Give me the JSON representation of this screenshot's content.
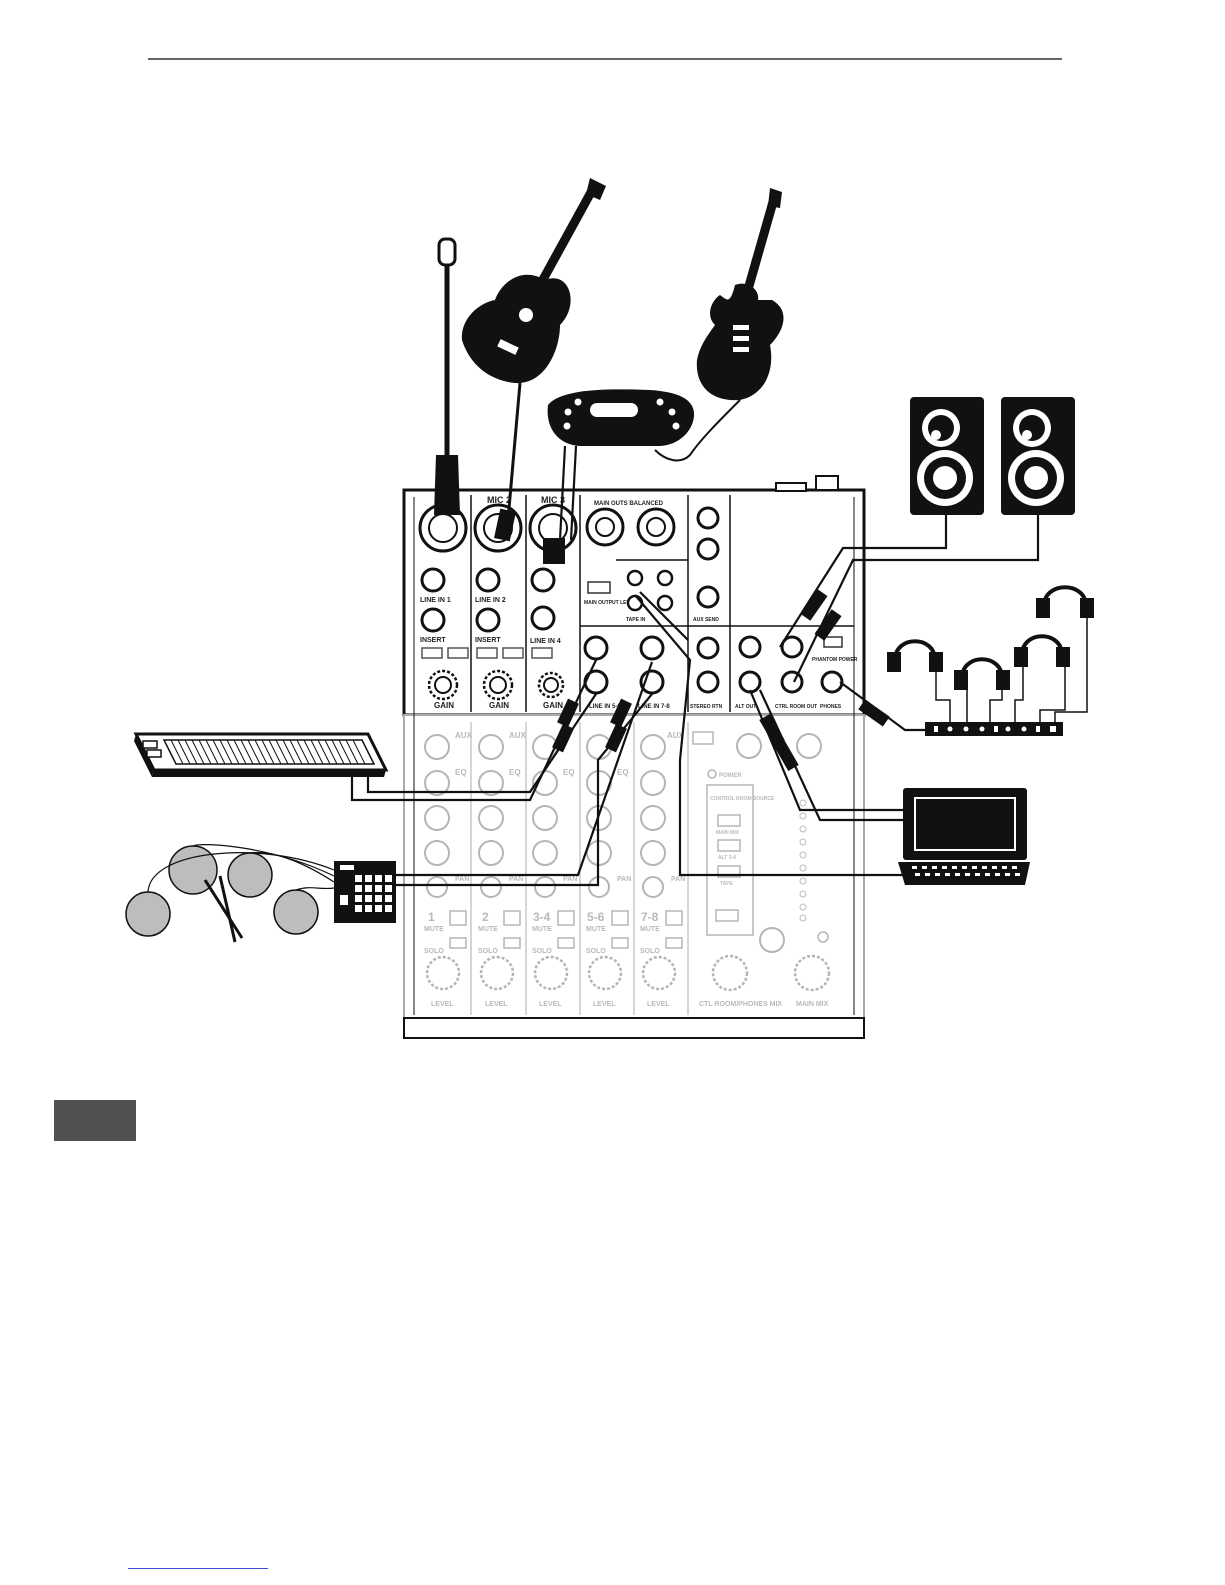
{
  "mixer": {
    "top_inputs": {
      "ch1": {
        "name": "",
        "line_in": "LINE IN 1",
        "insert": "INSERT",
        "gain": "GAIN"
      },
      "ch2": {
        "name": "MIC 2",
        "line_in": "LINE IN 2",
        "insert": "INSERT",
        "gain": "GAIN"
      },
      "ch3": {
        "name": "MIC 3",
        "line_in": "LINE IN 4",
        "gain": "GAIN"
      }
    },
    "main_outputs_label": "MAIN OUTS BALANCED",
    "main_output_level": "MAIN OUTPUT LEVEL",
    "tape_label": "TAPE IN",
    "stereo_inputs": [
      "LINE IN 5-6",
      "LINE IN 7-8"
    ],
    "right_jacks": [
      "STEREO RTN",
      "ALT OUT",
      "CTRL ROOM OUT",
      "PHONES"
    ],
    "aux_send": "AUX SEND",
    "phantom": "PHANTOM POWER",
    "power": "POWER",
    "control_room_source": "CONTROL ROOM SOURCE",
    "source_buttons": [
      "MAIN MIX",
      "ALT 3-4",
      "TAPE"
    ],
    "channel_numbers": [
      "1",
      "2",
      "3-4",
      "5-6",
      "7-8"
    ],
    "strip_labels": {
      "aux": "AUX",
      "eq": "EQ",
      "pan": "PAN",
      "mute": "MUTE",
      "solo": "SOLO",
      "level": "LEVEL"
    },
    "bottom_labels": {
      "ctl_room": "CTL ROOM/PHONES MIX",
      "main_mix": "MAIN MIX"
    }
  }
}
